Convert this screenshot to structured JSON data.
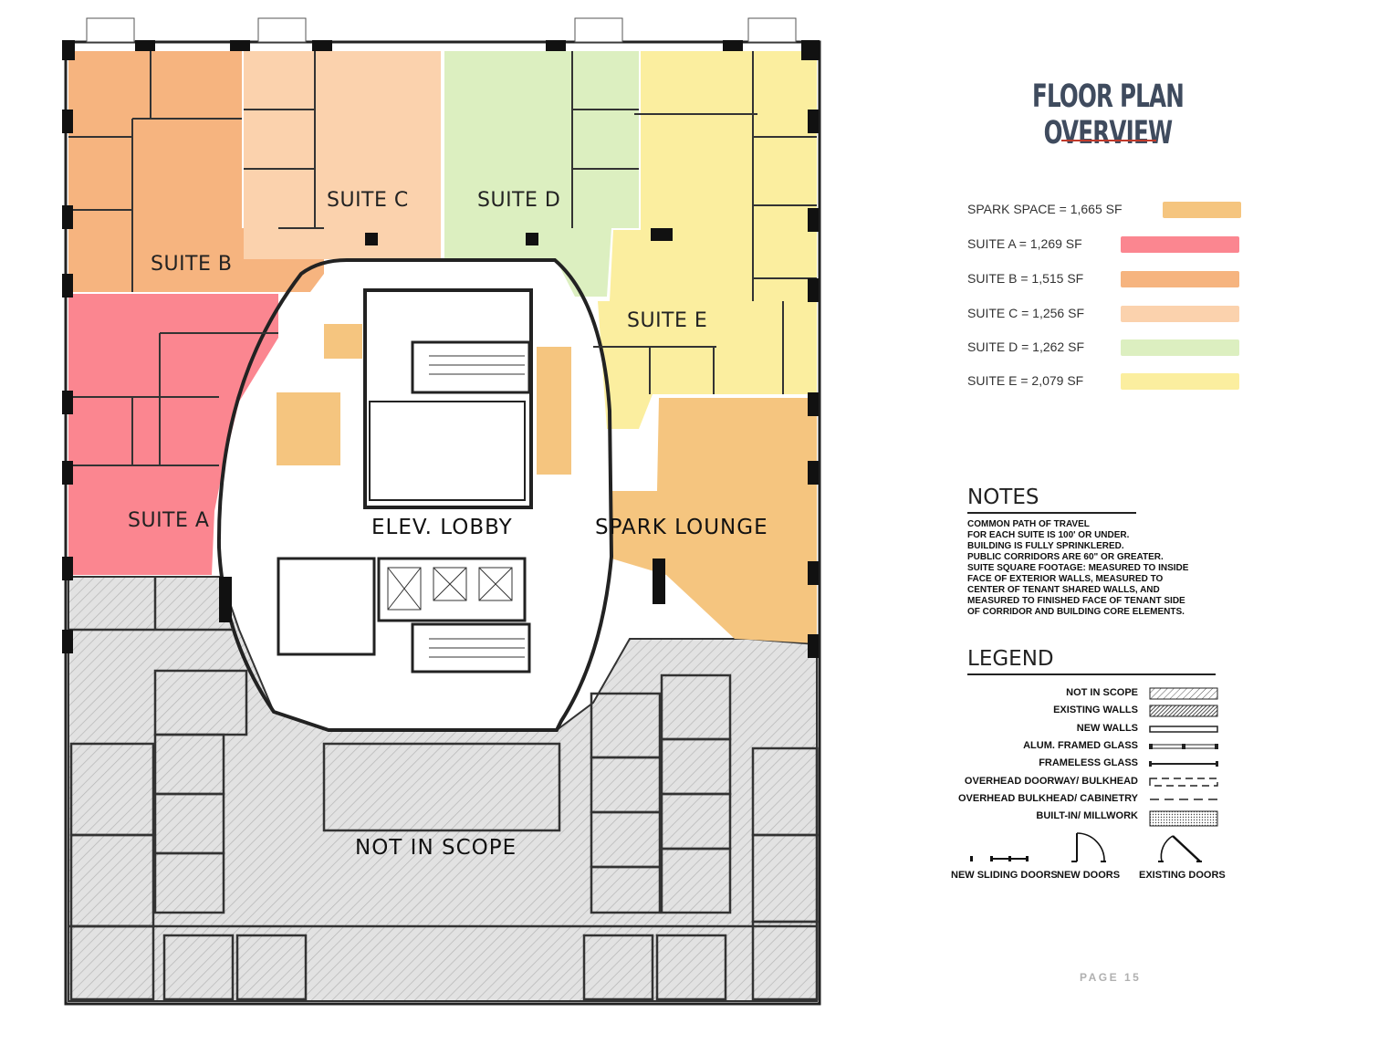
{
  "title": "FLOOR PLAN OVERVIEW",
  "colors": {
    "title": "#3f4b5e",
    "title_rule": "#c0392b",
    "spark": "#f5c57f",
    "suite_a": "#fb8690",
    "suite_b": "#f6b47f",
    "suite_c": "#fbd2ad",
    "suite_d": "#dcefc0",
    "suite_e": "#fbee9f",
    "not_in_scope": "#d9d9d9"
  },
  "area_key": [
    {
      "label": "SPARK SPACE = 1,665 SF",
      "color": "#f5c57f"
    },
    {
      "label": "SUITE A = 1,269 SF",
      "color": "#fb8690"
    },
    {
      "label": "SUITE B = 1,515 SF",
      "color": "#f6b47f"
    },
    {
      "label": "SUITE C = 1,256 SF",
      "color": "#fbd2ad"
    },
    {
      "label": "SUITE D = 1,262 SF",
      "color": "#dcefc0"
    },
    {
      "label": "SUITE E = 2,079 SF",
      "color": "#fbee9f"
    }
  ],
  "plan_labels": {
    "suite_a": "SUITE A",
    "suite_b": "SUITE B",
    "suite_c": "SUITE C",
    "suite_d": "SUITE D",
    "suite_e": "SUITE E",
    "elev_lobby": "ELEV. LOBBY",
    "spark_lounge": "SPARK LOUNGE",
    "not_in_scope": "NOT IN SCOPE"
  },
  "notes": {
    "heading": "NOTES",
    "lines": [
      "COMMON PATH OF TRAVEL",
      "FOR EACH SUITE IS 100' OR UNDER.",
      "BUILDING IS FULLY SPRINKLERED.",
      "PUBLIC CORRIDORS ARE 60\" OR GREATER.",
      "SUITE SQUARE FOOTAGE: MEASURED TO INSIDE",
      "FACE OF EXTERIOR WALLS, MEASURED TO",
      "CENTER OF TENANT SHARED WALLS, AND",
      "MEASURED TO FINISHED FACE OF TENANT SIDE",
      "OF CORRIDOR AND BUILDING CORE ELEMENTS."
    ]
  },
  "legend": {
    "heading": "LEGEND",
    "items": [
      {
        "label": "NOT IN SCOPE",
        "symbol": "hatch-light"
      },
      {
        "label": "EXISTING WALLS",
        "symbol": "hatch-dark"
      },
      {
        "label": "NEW WALLS",
        "symbol": "double-line"
      },
      {
        "label": "ALUM. FRAMED GLASS",
        "symbol": "framed-glass"
      },
      {
        "label": "FRAMELESS GLASS",
        "symbol": "frameless-glass"
      },
      {
        "label": "OVERHEAD DOORWAY/ BULKHEAD",
        "symbol": "dash-box"
      },
      {
        "label": "OVERHEAD BULKHEAD/ CABINETRY",
        "symbol": "dashed-line"
      },
      {
        "label": "BUILT-IN/ MILLWORK",
        "symbol": "dotted-box"
      }
    ],
    "doors": [
      {
        "label": "NEW SLIDING DOORS",
        "symbol": "sliding-door-icon"
      },
      {
        "label": "NEW DOORS",
        "symbol": "new-door-icon"
      },
      {
        "label": "EXISTING DOORS",
        "symbol": "existing-door-icon"
      }
    ]
  },
  "page": "PAGE 15"
}
